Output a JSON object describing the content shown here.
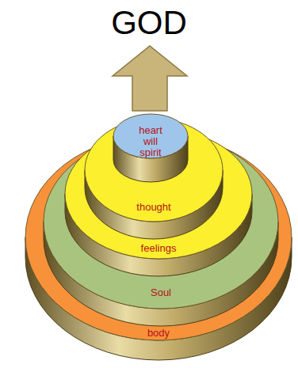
{
  "diagram": {
    "title": "GOD",
    "nodes": [
      {
        "text": [
          "heart will spirit"
        ]
      },
      {
        "text": [
          "thought"
        ]
      },
      {
        "text": [
          "feelings"
        ]
      },
      {
        "text": [
          "Soul"
        ]
      },
      {
        "text": [
          "body"
        ]
      }
    ]
  }
}
